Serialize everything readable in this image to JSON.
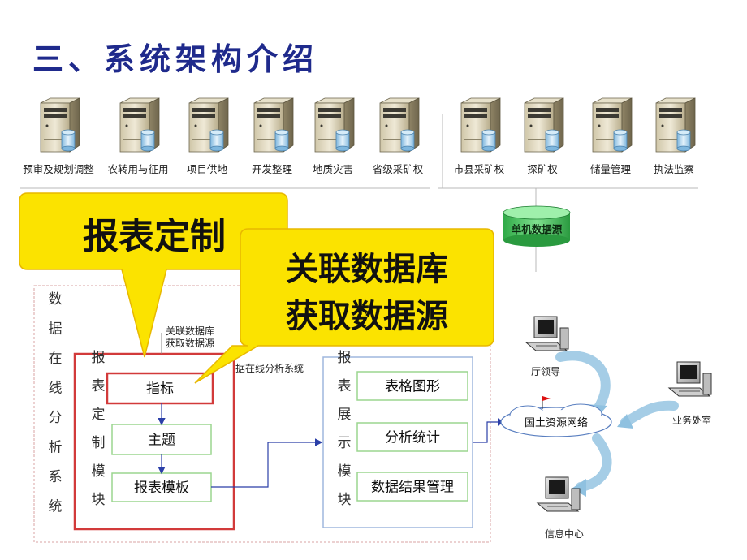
{
  "title": "三、系统架构介绍",
  "servers_left": [
    "预审及规划调整",
    "农转用与征用",
    "项目供地",
    "开发整理",
    "地质灾害",
    "省级采矿权"
  ],
  "servers_right": [
    "市县采矿权",
    "探矿权",
    "储量管理",
    "执法监察"
  ],
  "db_label": "单机数据源",
  "outer_label": [
    "数",
    "据",
    "在",
    "线",
    "分",
    "析",
    "系",
    "统"
  ],
  "report_module_label": [
    "报",
    "表",
    "定",
    "制",
    "模",
    "块"
  ],
  "display_module_label": [
    "报",
    "表",
    "展",
    "示",
    "模",
    "块"
  ],
  "report_boxes": [
    "指标",
    "主题",
    "报表模板"
  ],
  "display_boxes": [
    "表格图形",
    "分析统计",
    "数据结果管理"
  ],
  "small_note_lines": [
    "关联数据库",
    "获取数据源"
  ],
  "partial_caption": "据在线分析系统",
  "callout1": "报表定制",
  "callout2_lines": [
    "关联数据库",
    "获取数据源"
  ],
  "network": {
    "center": "国土资源网络",
    "leader": "厅领导",
    "office": "业务处室",
    "info_center": "信息中心"
  }
}
